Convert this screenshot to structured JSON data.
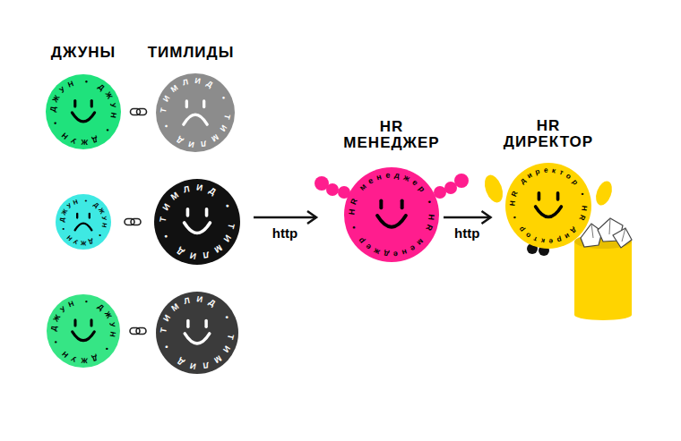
{
  "diagram": {
    "nodes": [
      {
        "text": [
          "ДЖУН • ДЖУН • ДЖУН •"
        ]
      },
      {
        "text": [
          "ТИМЛИД • ТИМЛИД •"
        ]
      },
      {
        "text": [
          "ДЖУН • ДЖУН • ДЖУН •"
        ]
      },
      {
        "text": [
          "ТИМЛИД • ТИМЛИД •"
        ]
      },
      {
        "text": [
          "ДЖУН • ДЖУН • ДЖУН •"
        ]
      },
      {
        "text": [
          "ТИМЛИД • ТИМЛИД •"
        ]
      },
      {
        "text": [
          "HR МЕНЕДЖЕР",
          "HR менеджер • HR менеджер •"
        ]
      },
      {
        "text": [
          "HR ДИРЕКТОР",
          "HR директор • HR директор •"
        ]
      }
    ],
    "edges": [
      {
        "from": 0,
        "to": 1,
        "arrow": "none"
      },
      {
        "from": 2,
        "to": 3,
        "arrow": "none"
      },
      {
        "from": 4,
        "to": 5,
        "arrow": "none"
      },
      {
        "from": 3,
        "to": 6,
        "label": "http",
        "arrow": "to"
      },
      {
        "from": 6,
        "to": 7,
        "label": "http",
        "arrow": "to"
      }
    ],
    "labels": [
      "ДЖУНЫ",
      "ТИМЛИДЫ"
    ]
  }
}
